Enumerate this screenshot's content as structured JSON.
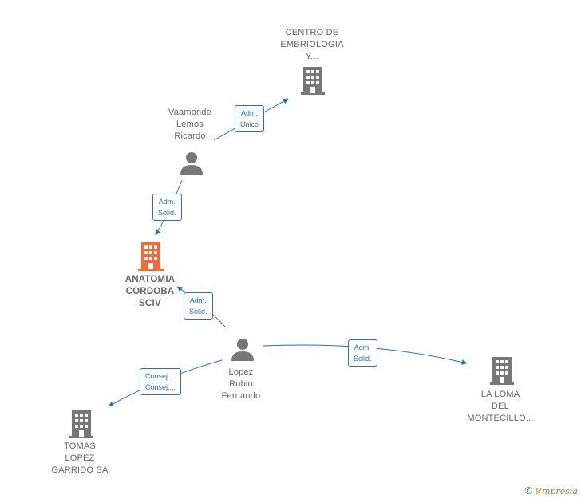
{
  "nodes": {
    "centro": {
      "lines": [
        "CENTRO DE",
        "EMBRIOLOGIA",
        "Y..."
      ],
      "type": "company"
    },
    "vaamonde": {
      "lines": [
        "Vaamonde",
        "Lemos",
        "Ricardo"
      ],
      "type": "person"
    },
    "anatomia": {
      "lines": [
        "ANATOMIA",
        "CORDOBA",
        "SCIV"
      ],
      "type": "company-main"
    },
    "lopez": {
      "lines": [
        "Lopez",
        "Rubio",
        "Fernando"
      ],
      "type": "person"
    },
    "tomas": {
      "lines": [
        "TOMAS",
        "LOPEZ",
        "GARRIDO SA"
      ],
      "type": "company"
    },
    "laloma": {
      "lines": [
        "LA LOMA",
        "DEL",
        "MONTECILLO..."
      ],
      "type": "company"
    }
  },
  "edges": {
    "e1": {
      "lines": [
        "Adm.",
        "Unico"
      ]
    },
    "e2": {
      "lines": [
        "Adm.",
        "Solid."
      ]
    },
    "e3": {
      "lines": [
        "Adm.",
        "Solid."
      ]
    },
    "e4": {
      "lines": [
        "Adm.",
        "Solid."
      ]
    },
    "e5": {
      "lines": [
        "Consej. .",
        "Consej...."
      ]
    }
  },
  "colors": {
    "edge": "#2f6fb9",
    "icon": "#777777",
    "main_icon": "#f26a3a"
  },
  "footer": {
    "copyright": "©",
    "brand_first": "e",
    "brand_rest": "mpresia"
  }
}
